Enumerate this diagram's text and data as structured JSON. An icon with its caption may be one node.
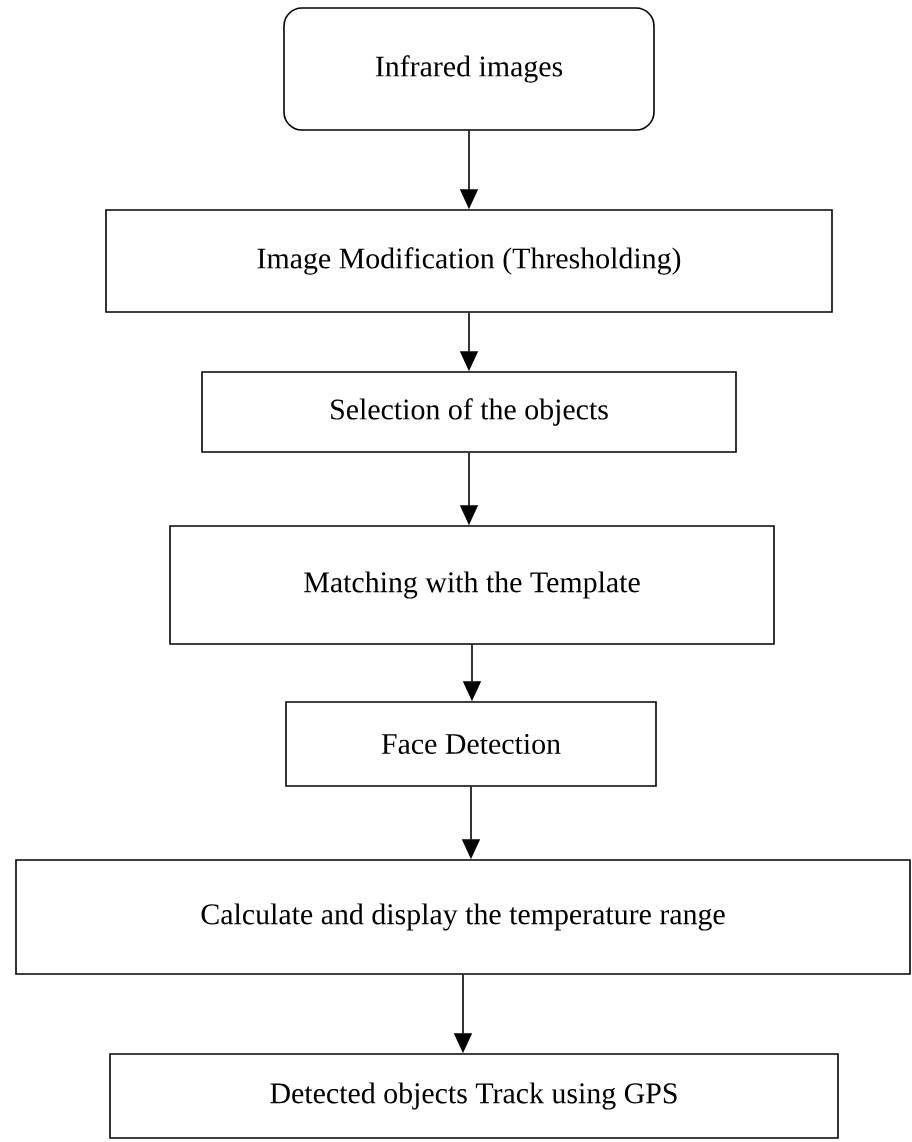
{
  "diagram": {
    "nodes": [
      {
        "text": [
          "Infrared images"
        ]
      },
      {
        "text": [
          "Image Modification (Thresholding)"
        ]
      },
      {
        "text": [
          "Selection of the objects"
        ]
      },
      {
        "text": [
          "Matching with the Template"
        ]
      },
      {
        "text": [
          "Face Detection"
        ]
      },
      {
        "text": [
          "Calculate and display the temperature range"
        ]
      },
      {
        "text": [
          "Detected objects Track using GPS"
        ]
      }
    ],
    "edges": [
      {
        "from": 0,
        "to": 1,
        "arrow": "to"
      },
      {
        "from": 1,
        "to": 2,
        "arrow": "to"
      },
      {
        "from": 2,
        "to": 3,
        "arrow": "to"
      },
      {
        "from": 3,
        "to": 4,
        "arrow": "to"
      },
      {
        "from": 4,
        "to": 5,
        "arrow": "to"
      },
      {
        "from": 5,
        "to": 6,
        "arrow": "to"
      }
    ]
  }
}
